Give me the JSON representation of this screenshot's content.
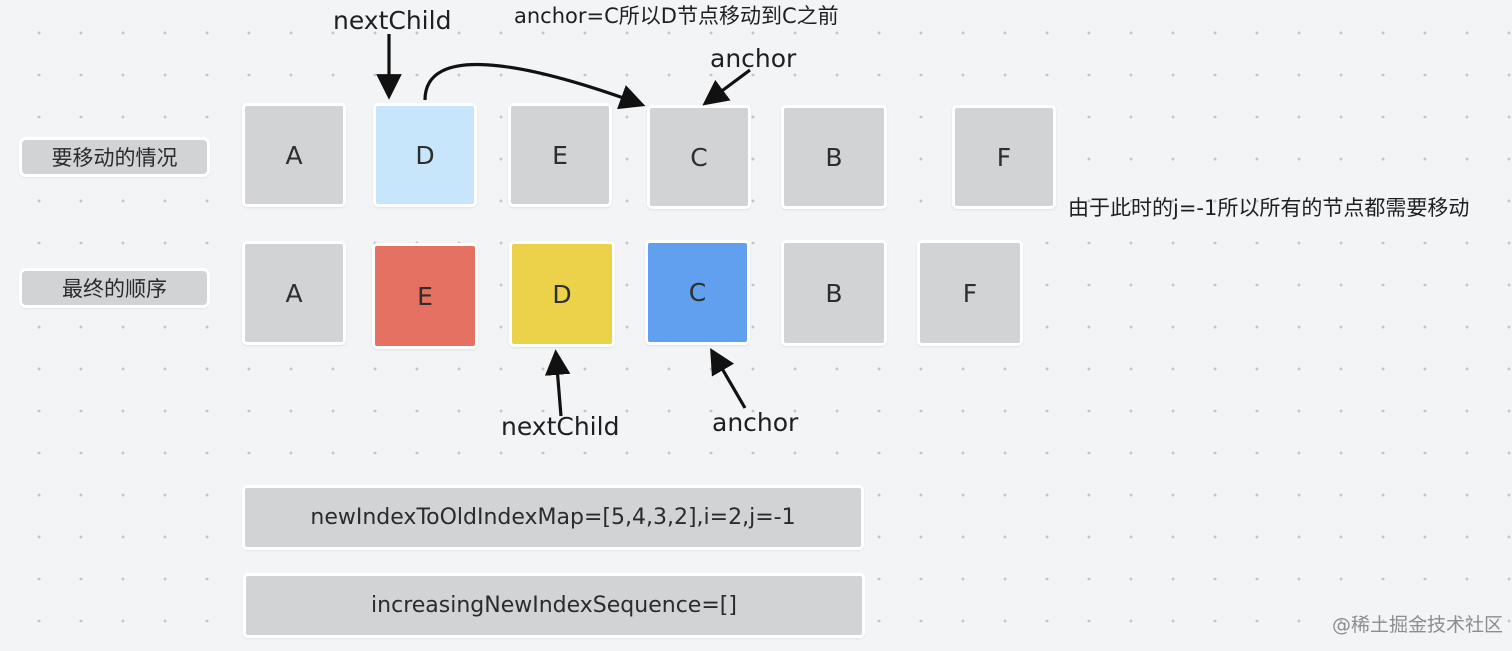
{
  "colors": {
    "gray": "#d2d3d5",
    "light_blue": "#c8e6fb",
    "red": "#e47161",
    "yellow": "#ecd14a",
    "blue": "#61a0ef",
    "arrow": "#111111"
  },
  "top_annotation": "anchor=C所以D节点移动到C之前",
  "rows": {
    "current": {
      "label": "要移动的情况",
      "nodes": [
        {
          "text": "A",
          "color": "#d2d3d5"
        },
        {
          "text": "D",
          "color": "#c8e6fb"
        },
        {
          "text": "E",
          "color": "#d2d3d5"
        },
        {
          "text": "C",
          "color": "#d2d3d5"
        },
        {
          "text": "B",
          "color": "#d2d3d5"
        },
        {
          "text": "F",
          "color": "#d2d3d5"
        }
      ],
      "next_child_label": "nextChild",
      "anchor_label": "anchor"
    },
    "final": {
      "label": "最终的顺序",
      "nodes": [
        {
          "text": "A",
          "color": "#d2d3d5"
        },
        {
          "text": "E",
          "color": "#e47161"
        },
        {
          "text": "D",
          "color": "#ecd14a"
        },
        {
          "text": "C",
          "color": "#61a0ef"
        },
        {
          "text": "B",
          "color": "#d2d3d5"
        },
        {
          "text": "F",
          "color": "#d2d3d5"
        }
      ],
      "next_child_label": "nextChild",
      "anchor_label": "anchor"
    }
  },
  "side_note": "由于此时的j=-1所以所有的节点都需要移动",
  "info": {
    "map": "newIndexToOldIndexMap=[5,4,3,2],i=2,j=-1",
    "sequence": "increasingNewIndexSequence=[]"
  },
  "watermark": "@稀土掘金技术社区"
}
